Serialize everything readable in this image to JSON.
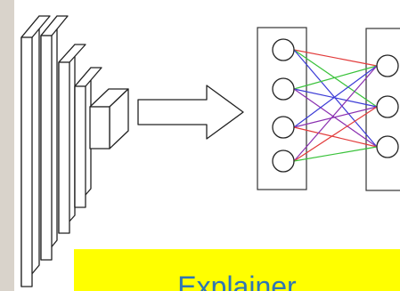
{
  "caption": {
    "text": "Explainer"
  },
  "icons": {
    "conv_stack": "cnn-layer-stack-icon",
    "arrow": "right-arrow-icon",
    "network": "fully-connected-network-icon"
  },
  "colors": {
    "background": "#d9d3cb",
    "panel": "#ffffff",
    "banner": "#ffff00",
    "caption_text": "#2f75b5",
    "connection_red": "#e23b3b",
    "connection_green": "#39c23a",
    "connection_blue": "#3a3ad6",
    "connection_purple": "#8a2fb0"
  },
  "network": {
    "input_nodes": 4,
    "output_nodes": 3
  }
}
